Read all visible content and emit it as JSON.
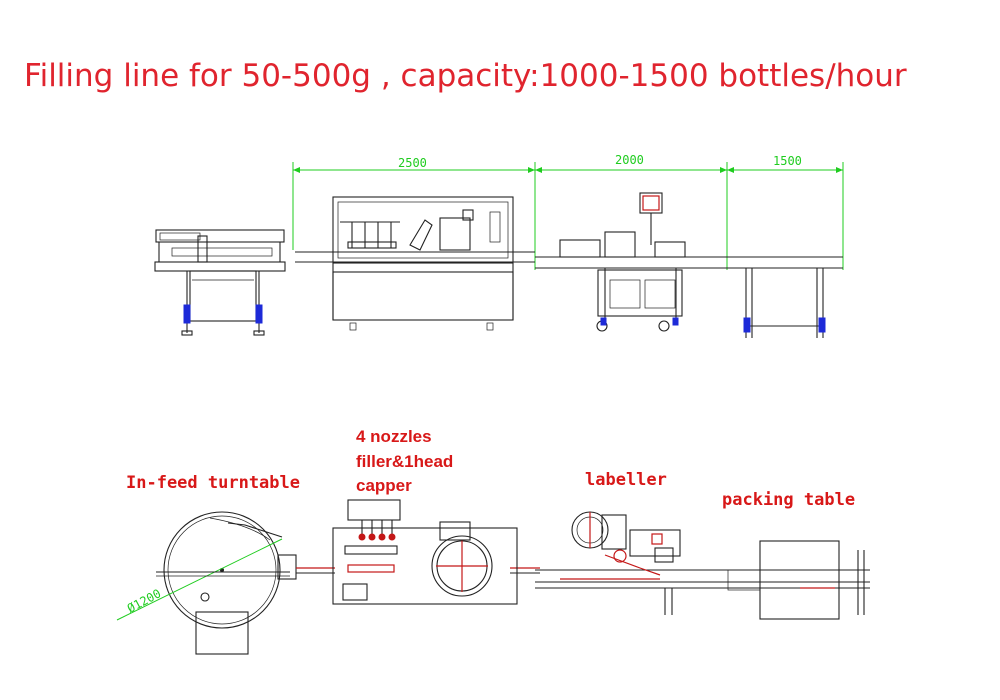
{
  "title": "Filling line for 50-500g , capacity:1000-1500 bottles/hour",
  "dimensions": {
    "d1": "2500",
    "d2": "2000",
    "d3": "1500",
    "diameter": "Ø1200"
  },
  "labels": {
    "turntable": "In-feed turntable",
    "filler_line1": "4 nozzles",
    "filler_line2": "filler&1head",
    "filler_line3": "capper",
    "labeller": "labeller",
    "packing": "packing table"
  },
  "colors": {
    "title": "#e0242e",
    "dimension": "#1fcc1f",
    "label": "#d81818",
    "line": "#222222",
    "feet": "#1d2ad8"
  }
}
